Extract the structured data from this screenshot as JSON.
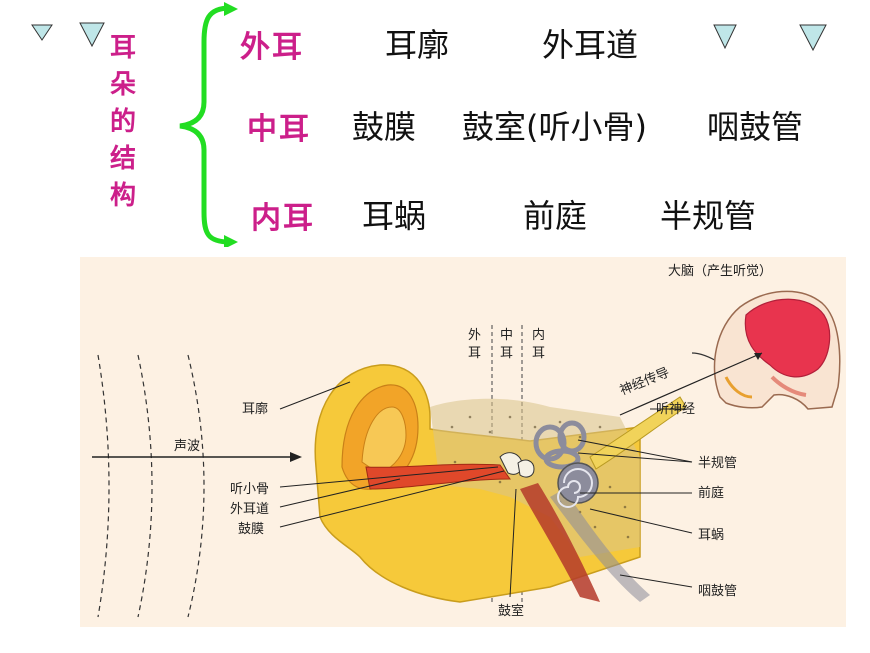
{
  "title": {
    "chars": [
      "耳",
      "朵",
      "的",
      "结",
      "构"
    ]
  },
  "rows": [
    {
      "label": "外耳",
      "items": [
        "耳廓",
        "外耳道"
      ]
    },
    {
      "label": "中耳",
      "items": [
        "鼓膜",
        "鼓室(听小骨)",
        "咽鼓管"
      ]
    },
    {
      "label": "内耳",
      "items": [
        "耳蜗",
        "前庭",
        "半规管"
      ]
    }
  ],
  "figure": {
    "labels": {
      "brain": "大脑（产生听觉）",
      "nerve_transmission": "神经传导",
      "auditory_nerve": "听神经",
      "sound_wave": "声波",
      "auricle": "耳廓",
      "ossicles": "听小骨",
      "ear_canal": "外耳道",
      "eardrum": "鼓膜",
      "semicircular": "半规管",
      "vestibule": "前庭",
      "cochlea": "耳蜗",
      "eustachian": "咽鼓管",
      "tympanic": "鼓室",
      "outer_top": "外",
      "outer_bottom": "耳",
      "middle_top": "中",
      "middle_bottom": "耳",
      "inner_top": "内",
      "inner_bottom": "耳"
    }
  },
  "colors": {
    "accent_magenta": "#cc1f8a",
    "brace_green": "#22dd22",
    "triangle_fill": "#bfe6e8"
  }
}
